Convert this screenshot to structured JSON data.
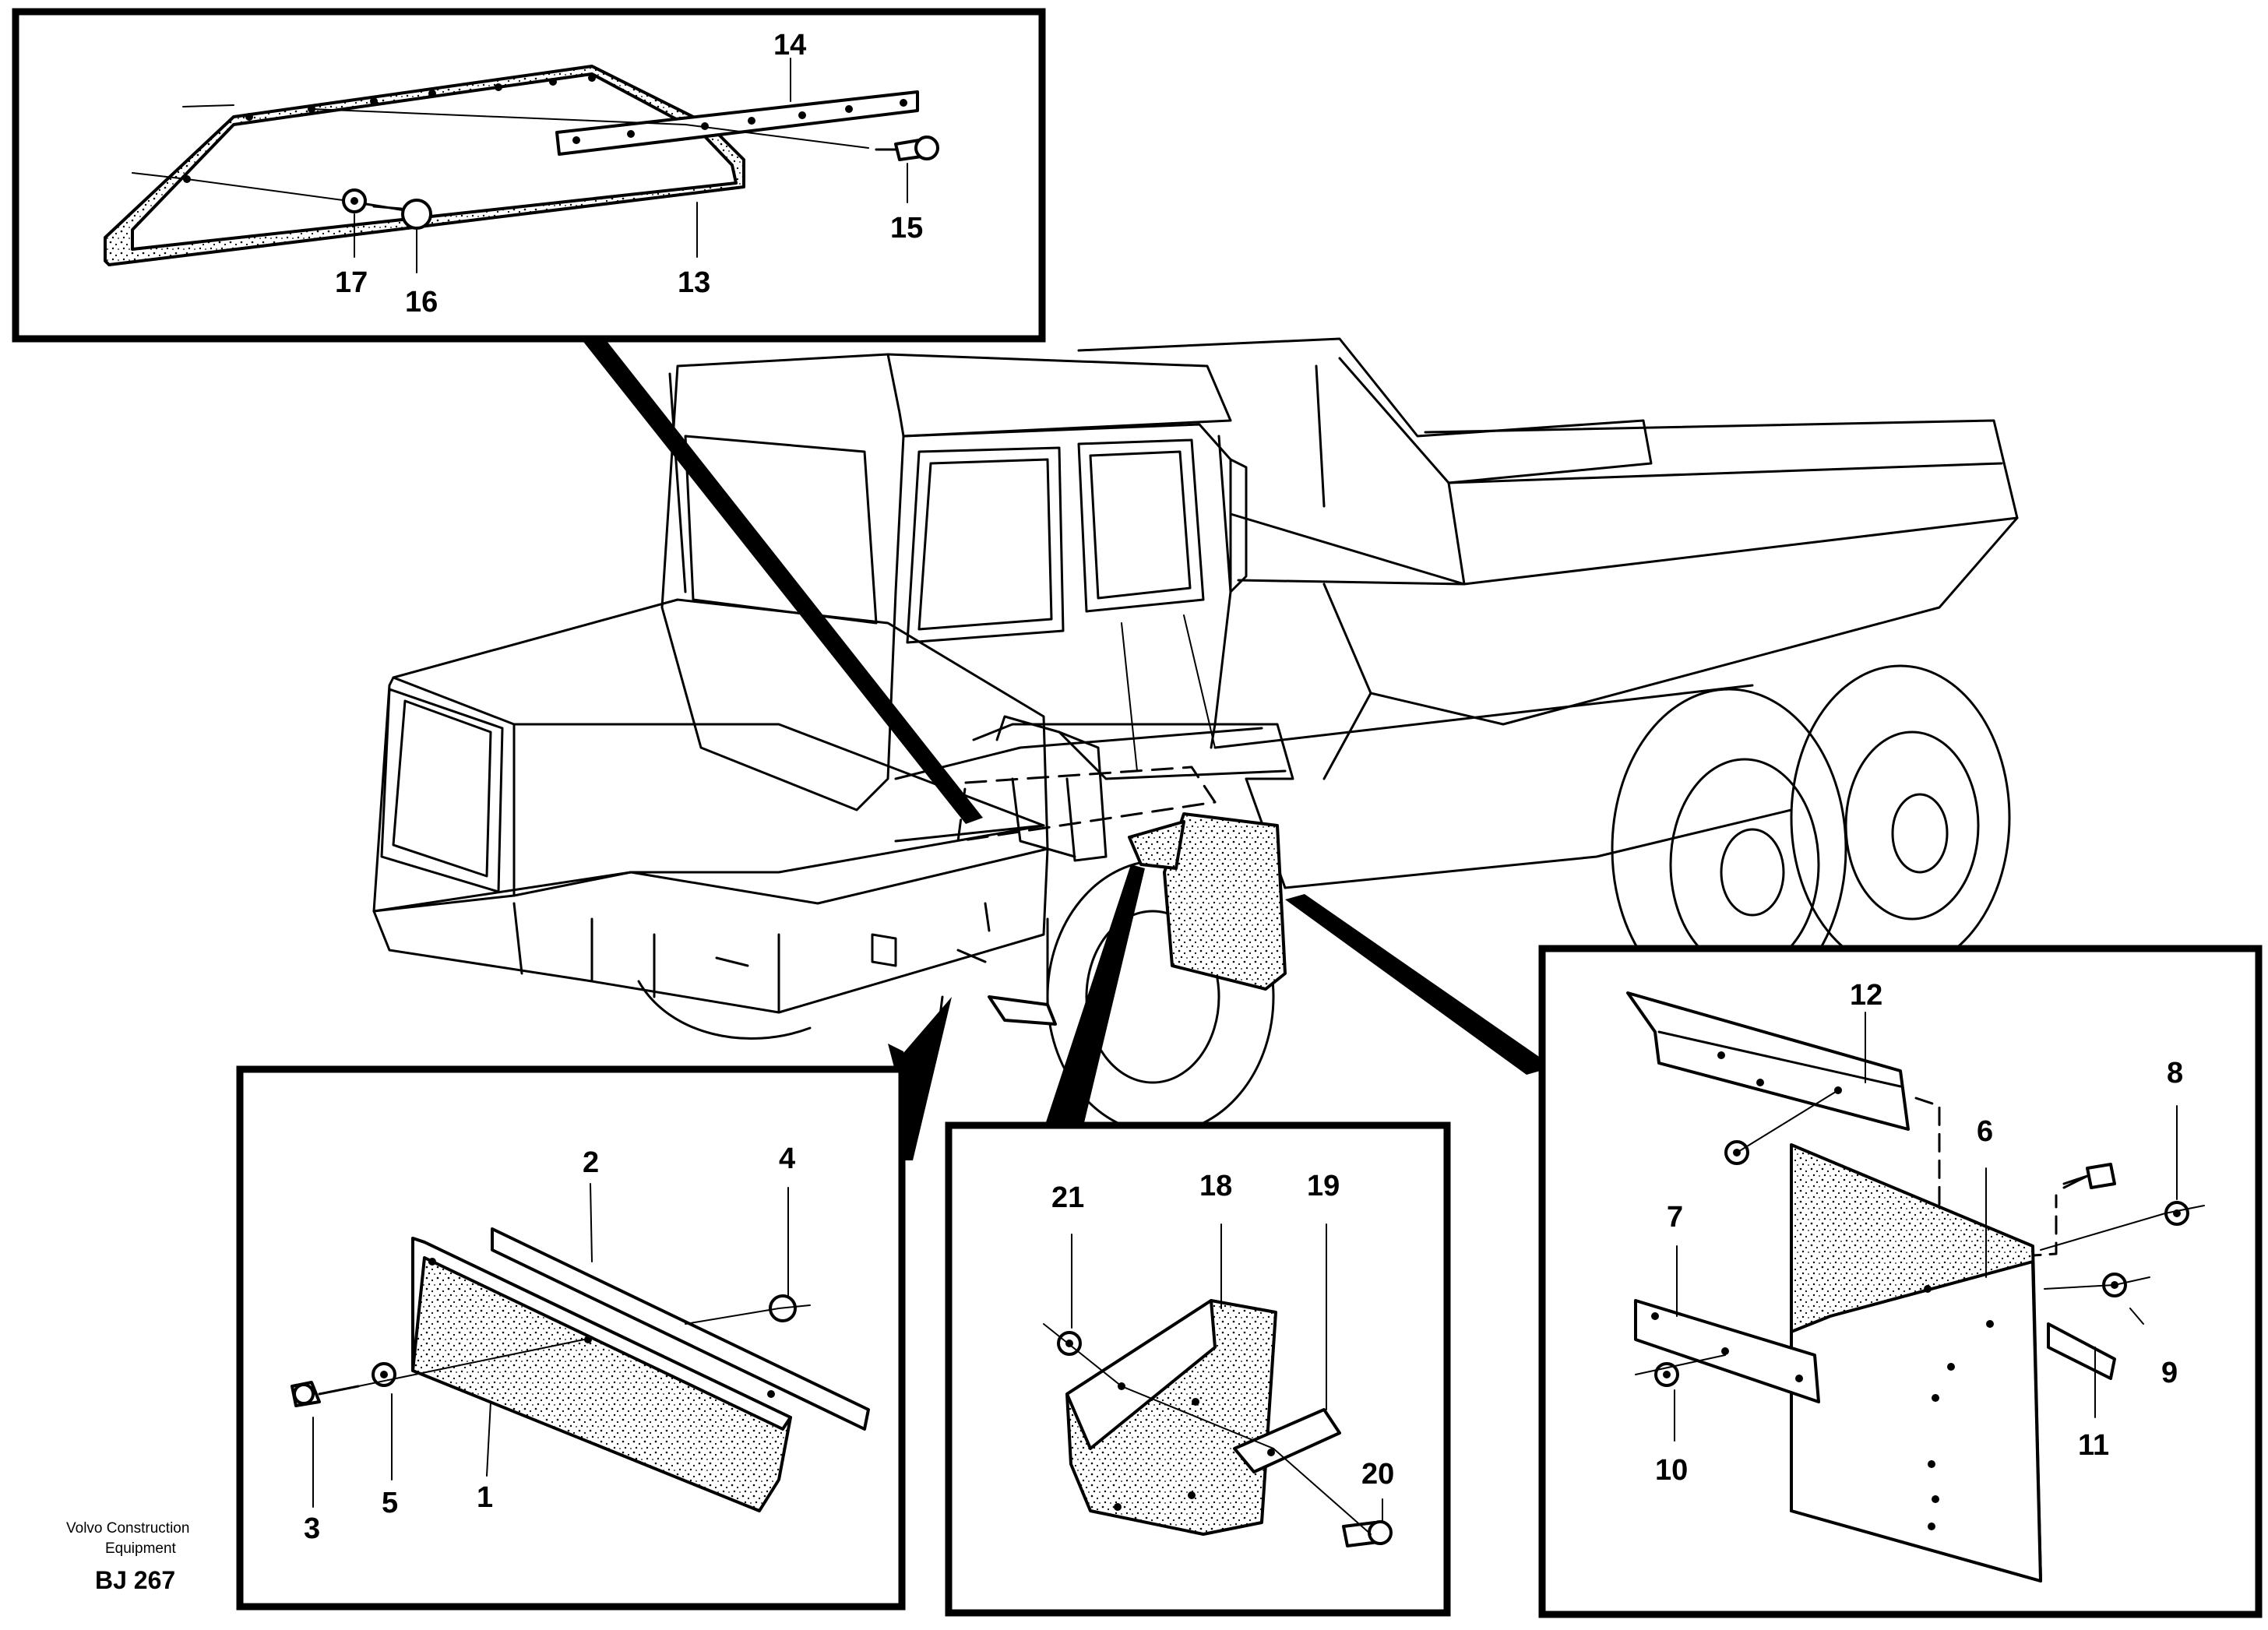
{
  "callouts": {
    "c1": "1",
    "c2": "2",
    "c3": "3",
    "c4": "4",
    "c5": "5",
    "c6": "6",
    "c7": "7",
    "c8": "8",
    "c9": "9",
    "c10": "10",
    "c11": "11",
    "c12": "12",
    "c13": "13",
    "c14": "14",
    "c15": "15",
    "c16": "16",
    "c17": "17",
    "c18": "18",
    "c19": "19",
    "c20": "20",
    "c21": "21"
  },
  "footer": {
    "brand_line1": "Volvo Construction",
    "brand_line2": "Equipment",
    "drawing_code": "BJ 267"
  },
  "colors": {
    "line": "#000000",
    "background": "#ffffff"
  }
}
